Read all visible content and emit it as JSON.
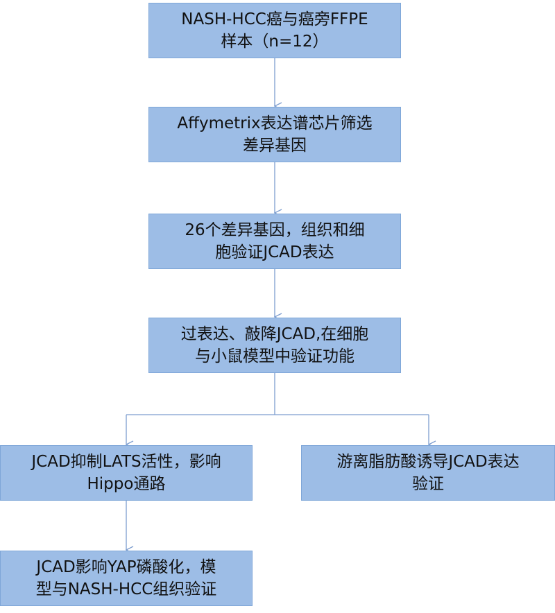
{
  "nodes": [
    {
      "id": "b1",
      "text": "NASH-HCC癌与癌旁FFPE\n样本（n=12）"
    },
    {
      "id": "b2",
      "text": "Affymetrix表达谱芯片筛选\n差异基因"
    },
    {
      "id": "b3",
      "text": "26个差异基因，组织和细\n胞验证JCAD表达"
    },
    {
      "id": "b4",
      "text": "过表达、敲降JCAD,在细胞\n与小鼠模型中验证功能"
    },
    {
      "id": "b5",
      "text": "JCAD抑制LATS活性，影响\nHippo通路"
    },
    {
      "id": "b6",
      "text": "游离脂肪酸诱导JCAD表达\n验证"
    },
    {
      "id": "b7",
      "text": "JCAD影响YAP磷酸化，模\n型与NASH-HCC组织验证"
    }
  ],
  "edges": [
    {
      "from": "b1",
      "to": "b2"
    },
    {
      "from": "b2",
      "to": "b3"
    },
    {
      "from": "b3",
      "to": "b4"
    },
    {
      "from": "b4",
      "to": "b5"
    },
    {
      "from": "b4",
      "to": "b6"
    },
    {
      "from": "b5",
      "to": "b7"
    }
  ],
  "colors": {
    "box_fill": "#9dbde6",
    "box_border": "#7ea6d8",
    "connector": "#7e9ecf"
  }
}
